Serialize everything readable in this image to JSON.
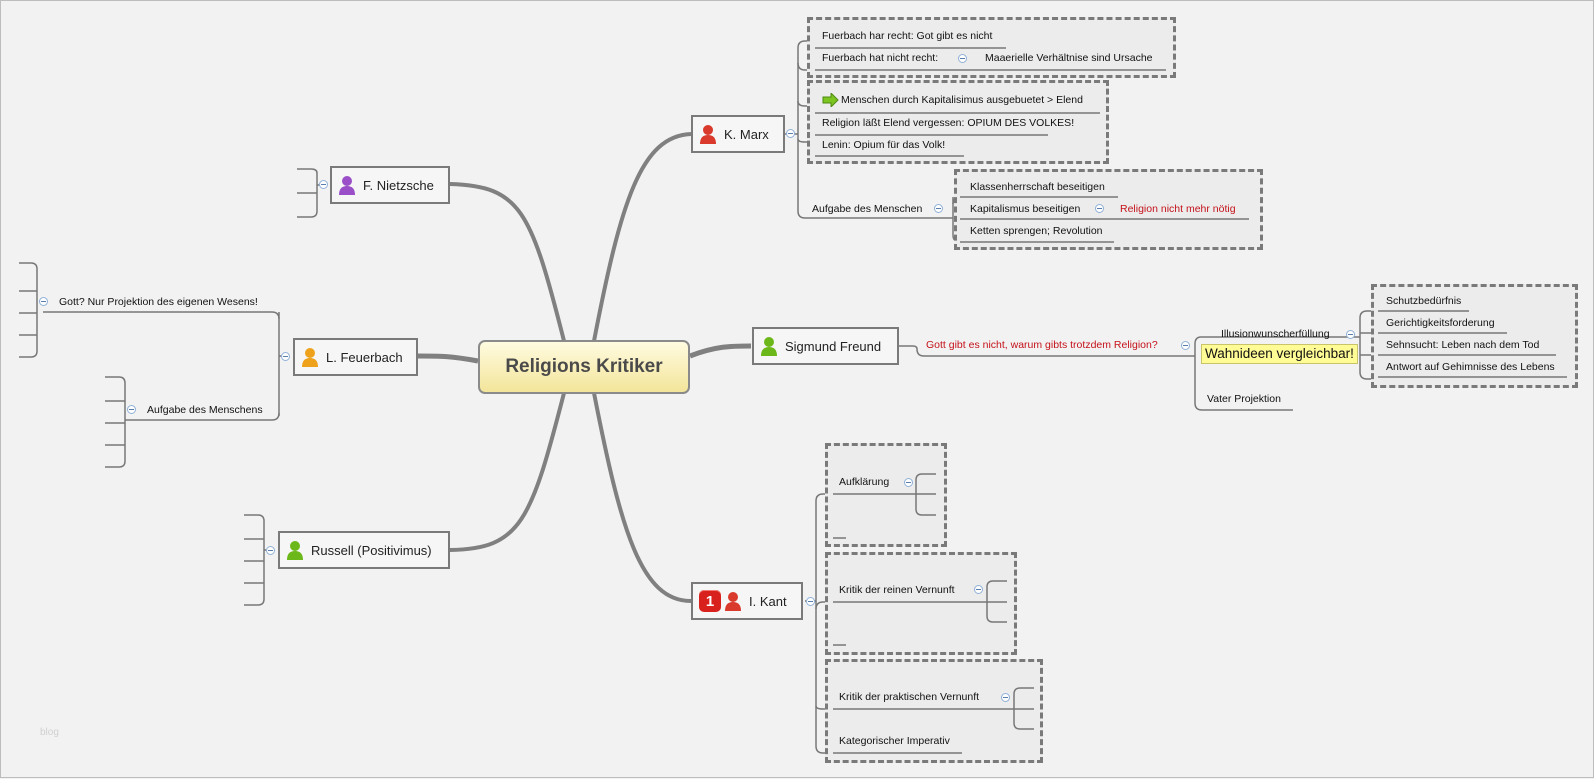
{
  "central": "Religions Kritiker",
  "nodes": {
    "marx": "K. Marx",
    "nietzsche": "F. Nietzsche",
    "feuerbach": "L. Feuerbach",
    "freund": "Sigmund Freund",
    "russell": "Russell (Positivimus)",
    "kant": "I. Kant",
    "kant_priority": "1"
  },
  "marx": {
    "fuerbach_recht": "Fuerbach har recht:  Got gibt es nicht",
    "fuerbach_nicht_recht": "Fuerbach hat nicht recht:",
    "maaerielle": "Maaerielle Verhältnise sind Ursache",
    "ausgebeutet": "Menschen durch Kapitalisimus ausgebuetet > Elend",
    "religion_elend": "Religion läßt Elend vergessen: OPIUM DES VOLKES!",
    "lenin": "Lenin:  Opium für das Volk!",
    "aufgabe": "Aufgabe des Menschen",
    "klassen": "Klassenherrschaft beseitigen",
    "kapitalismus": "Kapitalismus beseitigen",
    "religion_nicht": "Religion nicht mehr nötig",
    "ketten": "Ketten sprengen; Revolution"
  },
  "feuerbach": {
    "gott": "Gott?  Nur Projektion des eigenen Wesens!",
    "aufgabe": "Aufgabe des Menschens"
  },
  "freund": {
    "gott_gibt": "Gott gibt es nicht, warum gibts trotzdem Religion?",
    "illusion": "Illusionwunscherfüllung",
    "wahnideen": "Wahnideen vergleichbar!",
    "vater": "Vater Projektion",
    "schutz": "Schutzbedürfnis",
    "gerechtigkeit": "Gerichtigkeitsforderung",
    "sehnsucht": "Sehnsucht:  Leben nach dem Tod",
    "antwort": "Antwort auf Gehimnisse des Lebens"
  },
  "kant": {
    "aufklarung": "Aufklärung",
    "reine": "Kritik der reinen Vernunft",
    "praktisch": "Kritik der praktischen Vernunft",
    "imperativ": "Kategorischer Imperativ"
  },
  "watermark": "blog",
  "colors": {
    "background": "#f2f2f2",
    "red_text": "#c4121a",
    "highlight": "#fffb95",
    "marx_icon": "#d93a2b",
    "nietzsche_icon": "#9a4fc8",
    "feuerbach_icon": "#eea21c",
    "freund_icon": "#6cb81a",
    "russell_icon": "#6cb81a",
    "kant_icon": "#d93a2b"
  },
  "icons": [
    "person-icon",
    "arrow-right-icon",
    "priority-1-icon",
    "collapse-icon"
  ]
}
